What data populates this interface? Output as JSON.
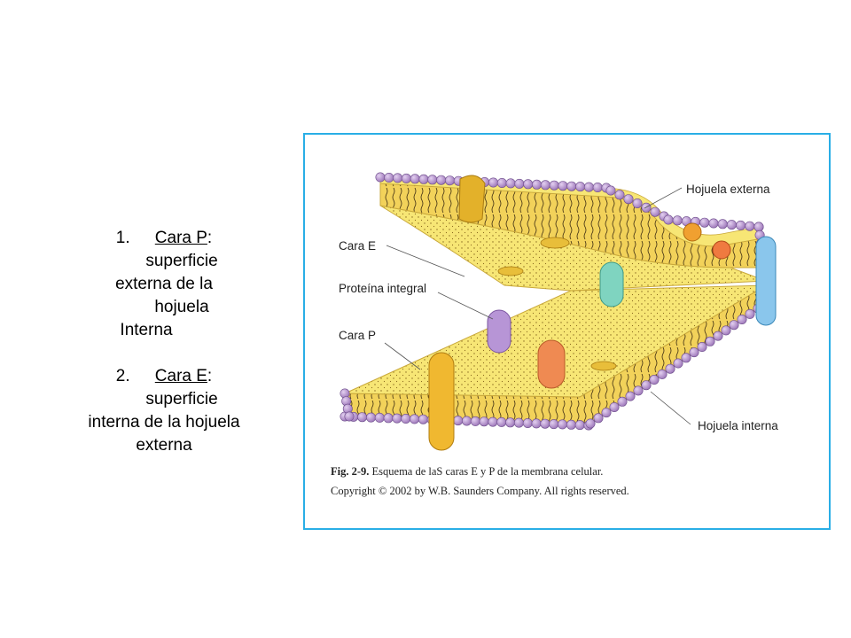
{
  "definitions": [
    {
      "number": "1.",
      "term": "Cara P",
      "colon": ":",
      "lines": [
        "superficie",
        "externa de la",
        "hojuela",
        "Interna"
      ]
    },
    {
      "number": "2.",
      "term": "Cara E",
      "colon": ":",
      "lines": [
        "superficie",
        "interna de la hojuela",
        "externa"
      ]
    }
  ],
  "figure": {
    "labels": {
      "hojuela_externa": "Hojuela externa",
      "cara_e": "Cara E",
      "proteina_integral": "Proteína integral",
      "cara_p": "Cara P",
      "hojuela_interna": "Hojuela interna"
    },
    "caption_bold": "Fig. 2-9.",
    "caption_text": " Esquema de laS caras E y P de la membrana celular.",
    "copyright": "Copyright © 2002 by W.B. Saunders Company. All rights reserved."
  },
  "colors": {
    "frame_border": "#29aee6",
    "membrane_yellow": "#f7e675",
    "membrane_edge": "#e9c645",
    "lipid_head": "#b792cf"
  }
}
